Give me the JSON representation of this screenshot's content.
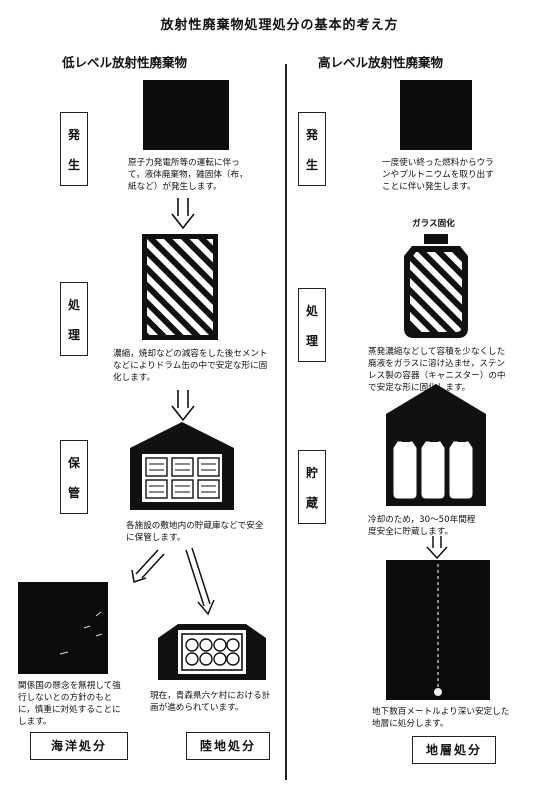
{
  "title": "放射性廃棄物処理処分の基本的考え方",
  "low": {
    "heading": "低レベル放射性廃棄物",
    "stages": [
      {
        "chars": [
          "発",
          "生"
        ]
      },
      {
        "chars": [
          "処",
          "理"
        ]
      },
      {
        "chars": [
          "保",
          "管"
        ]
      }
    ],
    "caption_generation": "原子力発電所等の運転に伴って，液体廃棄物，雑固体（布，紙など）が発生します。",
    "caption_treatment": "濃縮，焼却などの減容をした後セメントなどによりドラム缶の中で安定な形に固化します。",
    "caption_storage": "各施設の敷地内の貯蔵庫などで安全に保管します。",
    "caption_ocean": "関係国の懸念を無視して強行しないとの方針のもとに，慎重に対処することにします。",
    "caption_land": "現在，青森県六ケ村における計画が進められています。",
    "label_ocean": "海洋処分",
    "label_land": "陸地処分"
  },
  "high": {
    "heading": "高レベル放射性廃棄物",
    "stages": [
      {
        "chars": [
          "発",
          "生"
        ]
      },
      {
        "chars": [
          "処",
          "理"
        ]
      },
      {
        "chars": [
          "貯",
          "蔵"
        ]
      }
    ],
    "caption_generation": "一度使い終った燃料からウランやプルトニウムを取り出すことに伴い発生します。",
    "vitrify_label": "ガラス固化",
    "caption_treatment": "蒸発濃縮などして容積を少なくした廃液をガラスに溶け込ませ，ステンレス製の容器（キャニスター）の中で安定な形に固化します。",
    "caption_storage": "冷却のため，30〜50年間程度安全に貯蔵します。",
    "caption_geological": "地下数百メートルより深い安定した地層に処分します。",
    "label_geological": "地層処分"
  }
}
